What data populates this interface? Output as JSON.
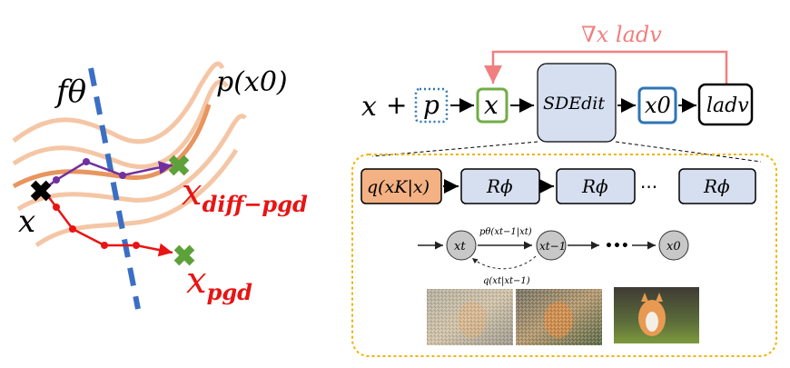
{
  "left_panel": {
    "classifier_label": "fθ",
    "data_manifold_label": "p(x0)",
    "start_label": "x",
    "diff_pgd_label_main": "x",
    "diff_pgd_label_sub": "diff−pgd",
    "pgd_label_main": "x",
    "pgd_label_sub": "pgd",
    "colors": {
      "manifold": "#f5c6a5",
      "manifold_center": "#e8955e",
      "boundary": "#3b6fc4",
      "diff_pgd_path": "#7030a0",
      "pgd_path": "#e81414",
      "start_marker": "#000000",
      "end_marker": "#5da13b"
    }
  },
  "pipeline": {
    "gradient_label": "∇x ladv",
    "x": "x",
    "plus": "+",
    "p": "p",
    "x_box": "x",
    "sdedit": "SDEdit",
    "x0": "x0",
    "l_adv": "ladv",
    "colors": {
      "feedback_arrow": "#f08080",
      "p_border": "#2e75b6",
      "x_border": "#70ad47",
      "sdedit_fill": "#d6dff0",
      "x0_border": "#2e75b6"
    }
  },
  "detail": {
    "q_box": "q(xK|x)",
    "r_label": "Rϕ",
    "ellipsis": "···",
    "chain_nodes": [
      "xt",
      "xt−1",
      "x0"
    ],
    "chain_ellipsis": "•••",
    "forward_label": "pθ(xt−1|xt)",
    "reverse_label": "q(xt|xt−1)",
    "colors": {
      "outline": "#f0b400",
      "q_fill": "#f4b183",
      "r_fill": "#d6dff0",
      "node_fill": "#c8c8c8"
    }
  }
}
